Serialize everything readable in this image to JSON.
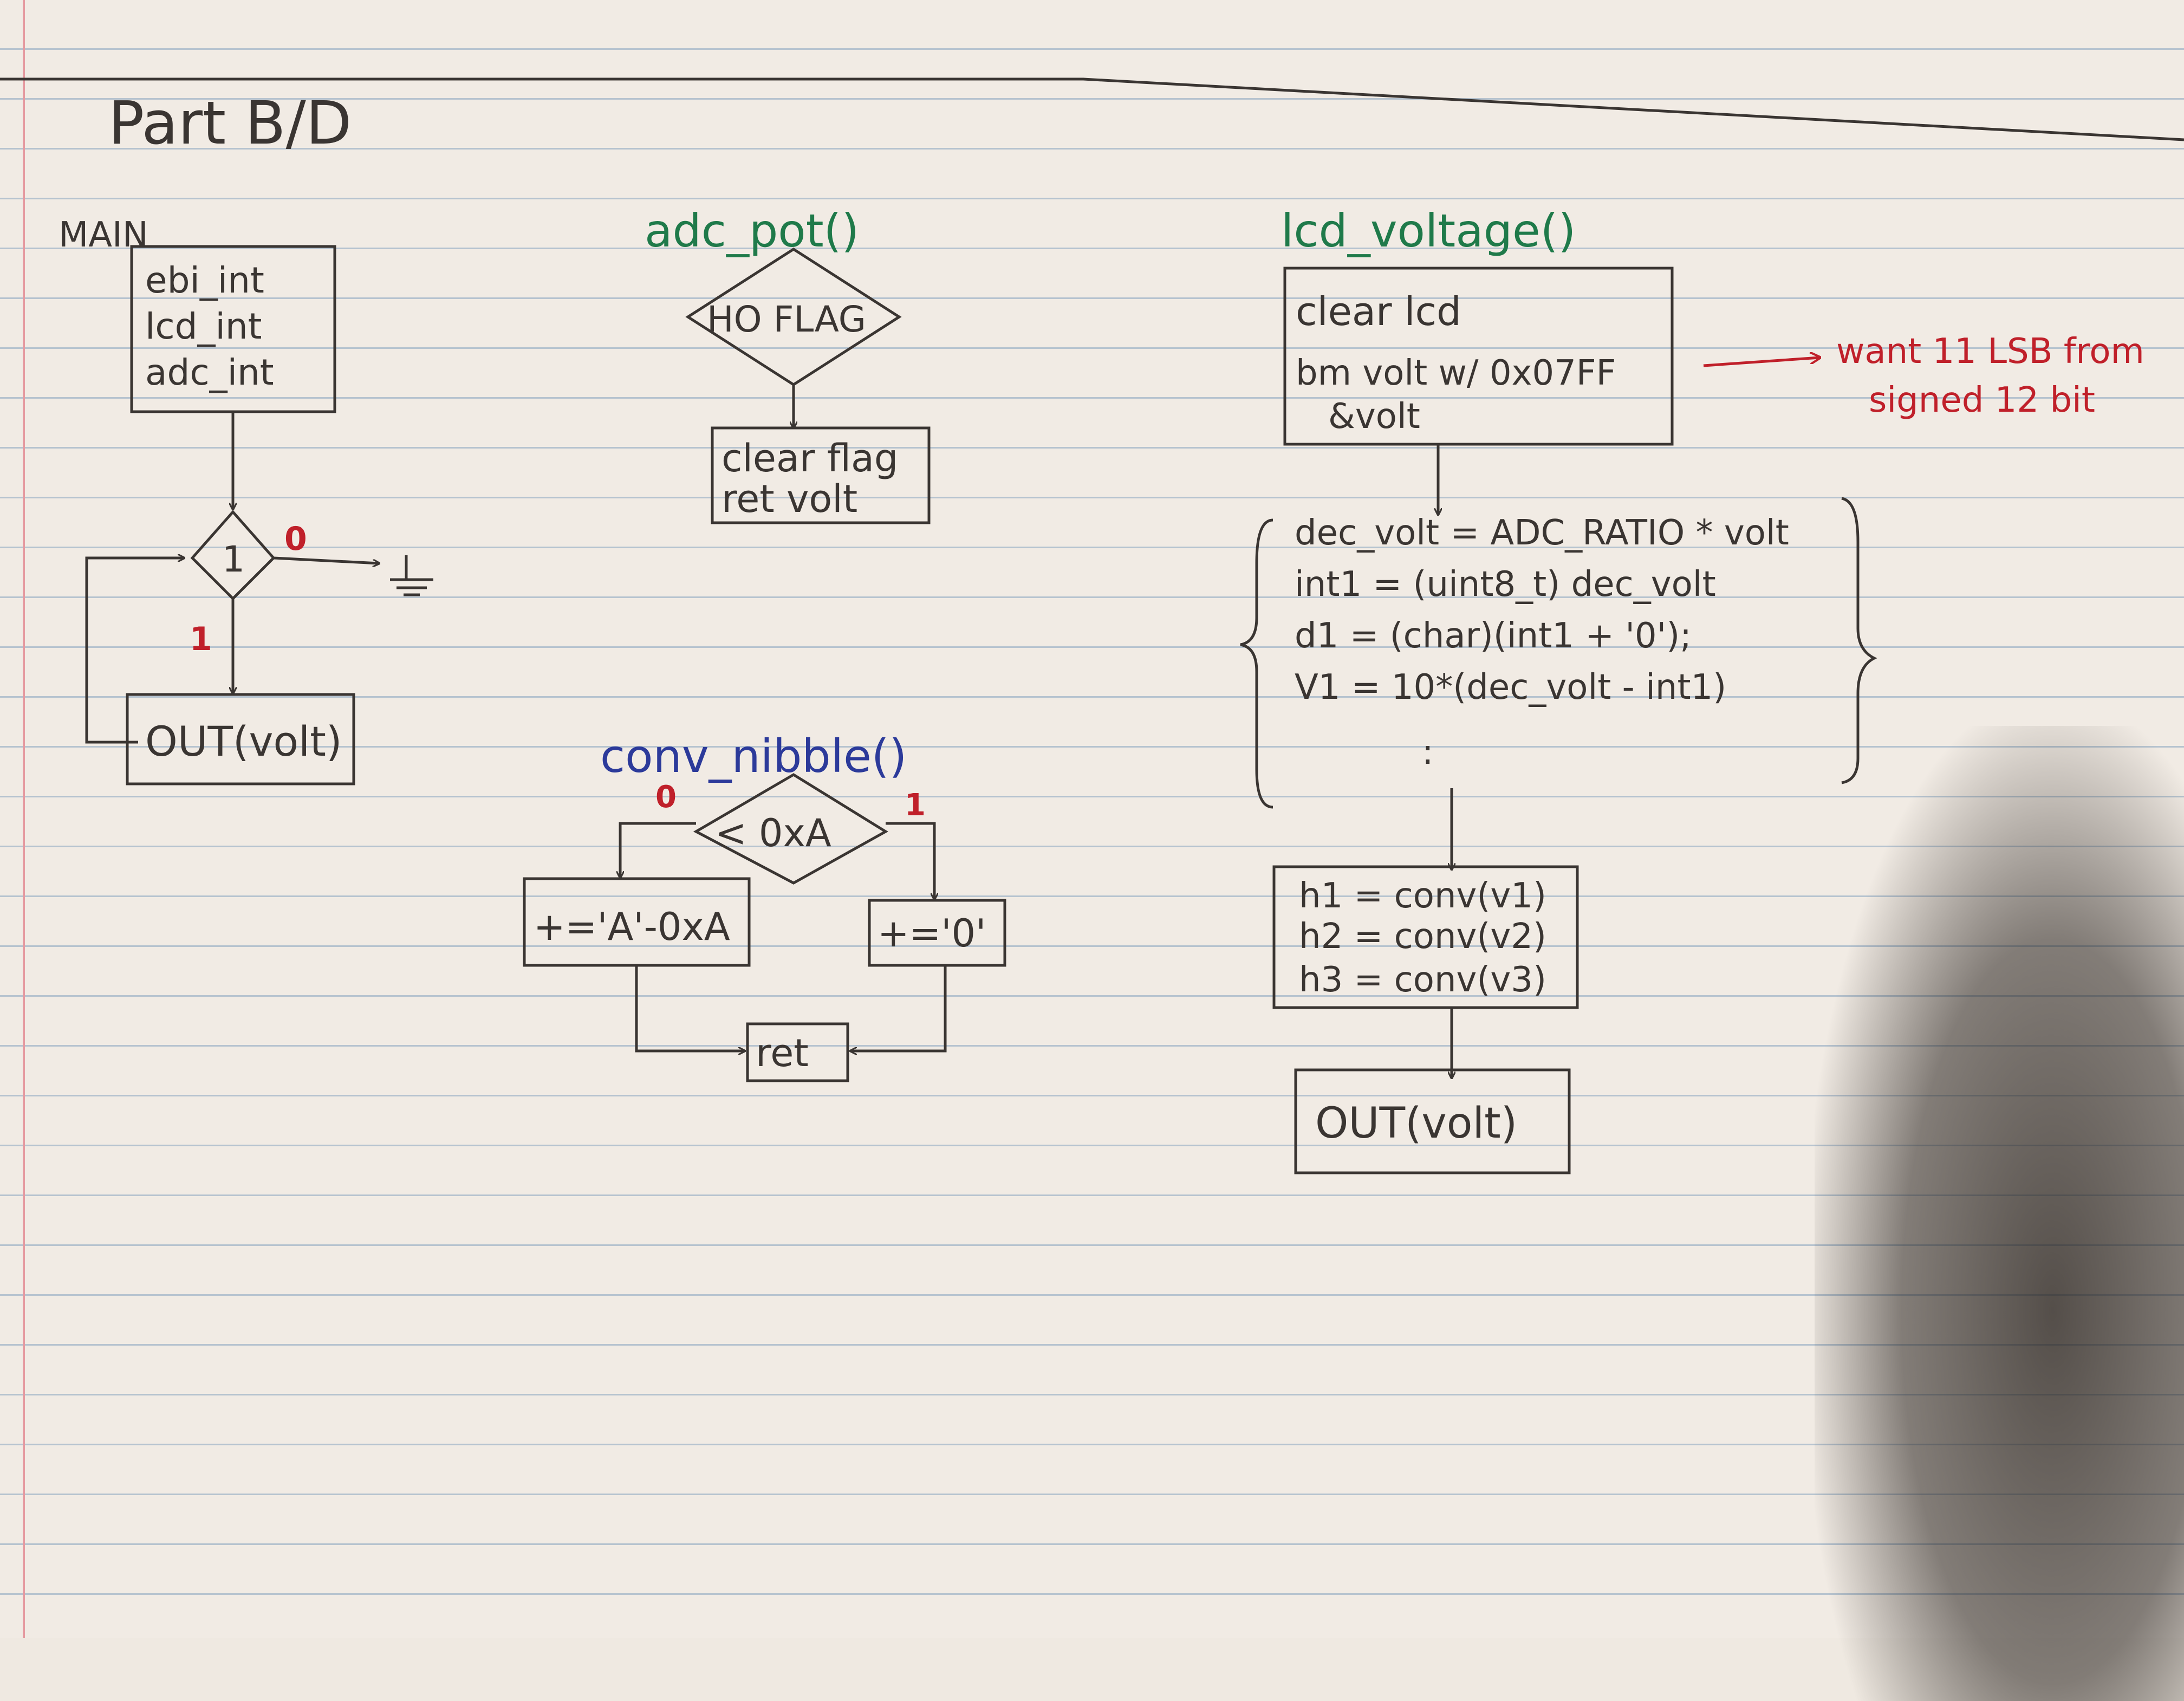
{
  "page": {
    "heading": "Part B/D",
    "colors": {
      "pencil": "#3a3532",
      "green": "#1f7a4a",
      "blue": "#2c3a9a",
      "red": "#c0202a",
      "margin_line": "#e59aa0"
    }
  },
  "main": {
    "title": "MAIN",
    "init": [
      "ebi_int",
      "lcd_int",
      "adc_int"
    ],
    "decision": "1",
    "branch_false": "0",
    "branch_true": "1",
    "output": "OUT(volt)"
  },
  "adc_pot": {
    "title": "adc_pot()",
    "decision": "HO FLAG",
    "process": [
      "clear flag",
      "ret volt"
    ]
  },
  "conv_nibble": {
    "title": "conv_nibble()",
    "decision": "< 0xA",
    "branch_false": "0",
    "branch_true": "1",
    "left_process": "+='A'-0xA",
    "right_process": "+='0'",
    "ret": "ret"
  },
  "lcd_voltage": {
    "title": "lcd_voltage()",
    "box1": [
      "clear lcd",
      "bm volt w/ 0x07FF",
      "&volt"
    ],
    "note": [
      "want 11 LSB from",
      "signed 12 bit"
    ],
    "box2": [
      "dec_volt = ADC_RATIO * volt",
      "int1 = (uint8_t) dec_volt",
      "d1 = (char)(int1 + '0');",
      "V1 = 10*(dec_volt - int1)",
      ":"
    ],
    "box3": [
      "h1 = conv(v1)",
      "h2 = conv(v2)",
      "h3 = conv(v3)"
    ],
    "output": "OUT(volt)"
  }
}
